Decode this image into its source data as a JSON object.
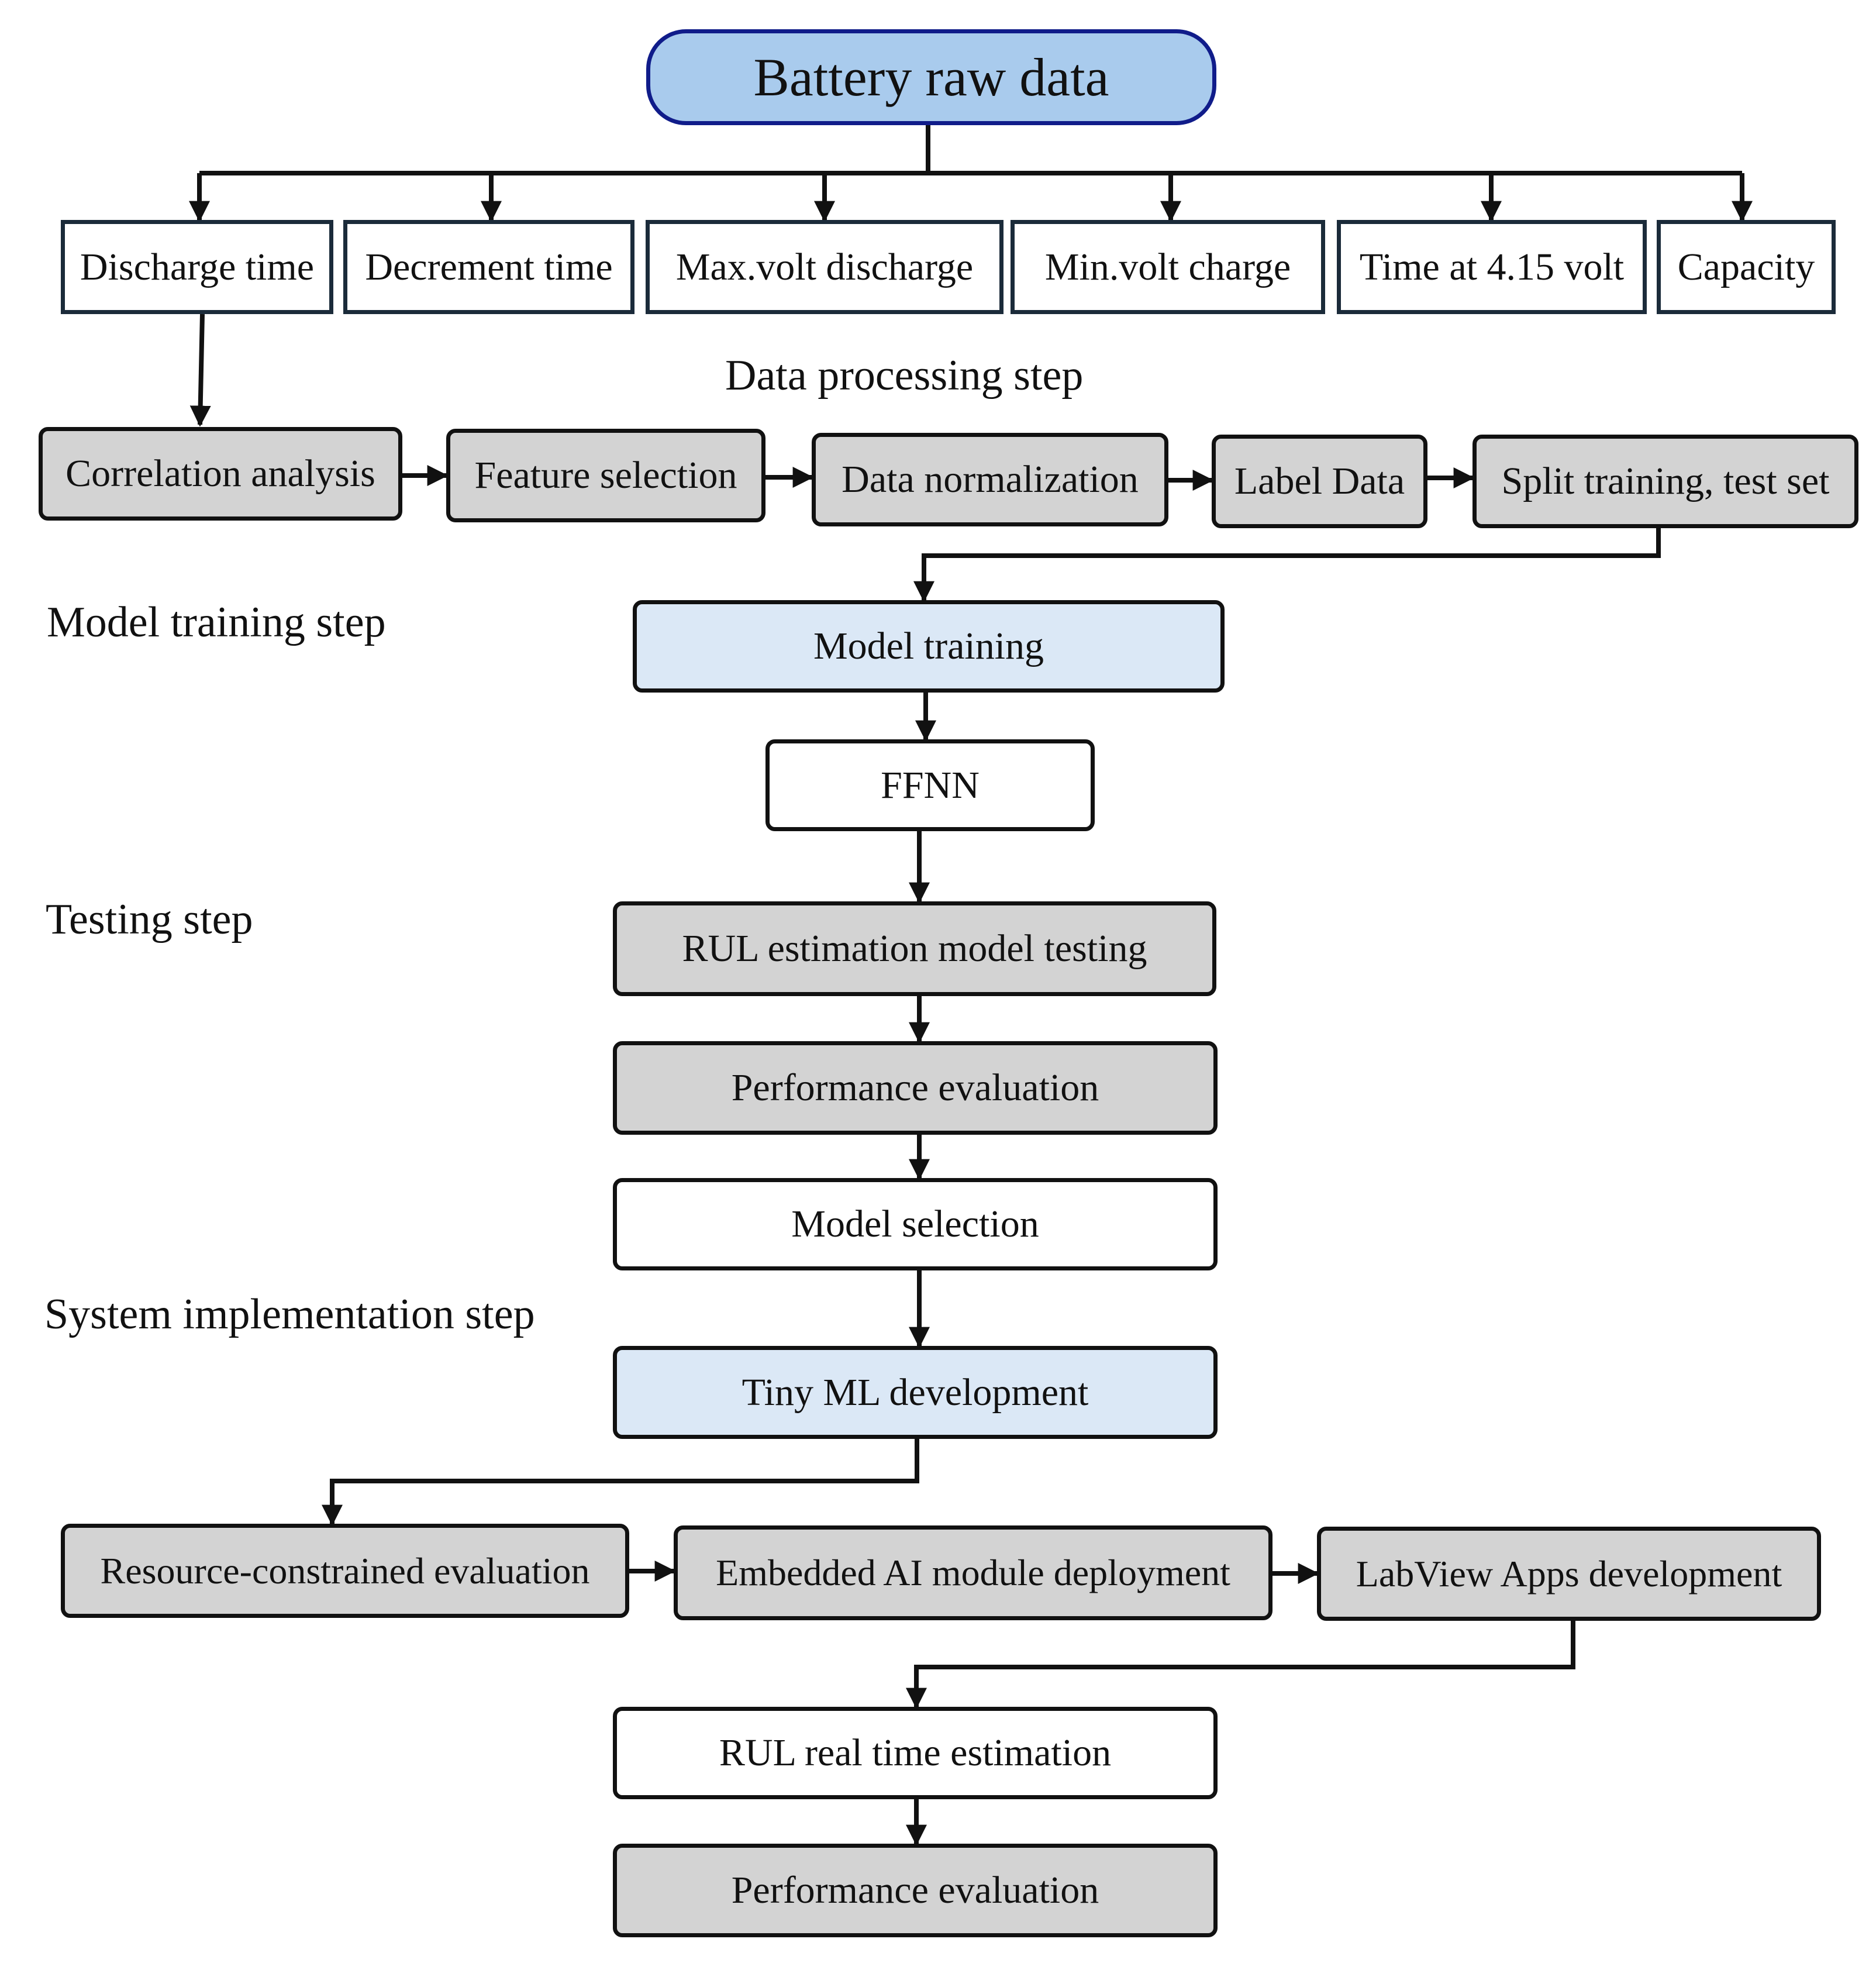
{
  "root": "Battery raw data",
  "features": [
    "Discharge time",
    "Decrement time",
    "Max.volt discharge",
    "Min.volt charge",
    "Time at 4.15 volt",
    "Capacity"
  ],
  "steps": {
    "data_processing": "Data processing step",
    "model_training": "Model training step",
    "testing": "Testing step",
    "system_implementation": "System implementation step"
  },
  "processing": [
    "Correlation analysis",
    "Feature selection",
    "Data normalization",
    "Label Data",
    "Split training, test set"
  ],
  "training": {
    "model_training": "Model training",
    "ffnn": "FFNN"
  },
  "testing": [
    "RUL estimation model testing",
    "Performance evaluation",
    "Model selection"
  ],
  "implementation": {
    "tinyml": "Tiny ML development",
    "row": [
      "Resource-constrained evaluation",
      "Embedded AI module deployment",
      "LabView Apps development"
    ],
    "rul_realtime": "RUL real time estimation",
    "performance": "Performance evaluation"
  },
  "colors": {
    "gray_box": "#d3d3d3",
    "light_blue_box": "#dbe8f6",
    "root_fill": "#a9cbed",
    "root_border": "#101c8a",
    "line": "#111111"
  }
}
